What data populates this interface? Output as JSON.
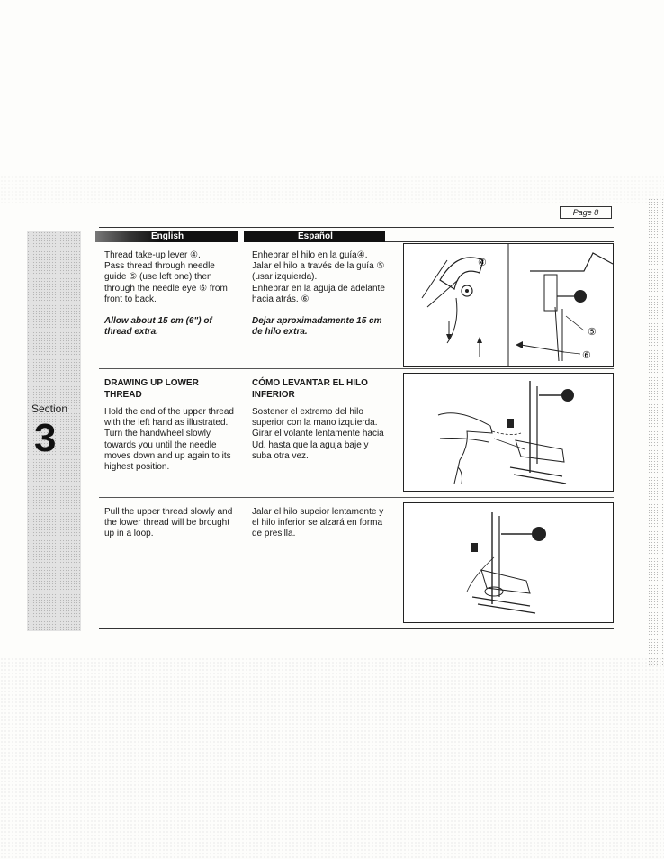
{
  "page": {
    "label": "Page 8"
  },
  "sidebar": {
    "section_label": "Section",
    "section_number": "3"
  },
  "headers": {
    "english": "English",
    "spanish": "Español"
  },
  "block1": {
    "en_body": "Thread take-up lever ④.\nPass thread through needle guide ⑤ (use left one) then through the needle eye ⑥ from front to back.",
    "en_note": "Allow about 15 cm (6\") of thread extra.",
    "es_body": "Enhebrar el hilo en la guía④.\nJalar el hilo a través de la guía ⑤ (usar izquierda).\nEnhebrar en la aguja de adelante hacia atrás. ⑥",
    "es_note": "Dejar aproximadamente 15 cm de hilo extra.",
    "callouts": {
      "c4": "④",
      "c5": "⑤",
      "c6": "⑥"
    }
  },
  "block2": {
    "en_title": "DRAWING UP LOWER THREAD",
    "en_body": "Hold the end of the upper thread with the left hand as illustrated.\nTurn the handwheel slowly towards you until the needle moves down and up again to its highest position.",
    "es_title": "CÓMO LEVANTAR EL HILO INFERIOR",
    "es_body": "Sostener el extremo del hilo superior con la mano izquierda.\nGirar el volante lentamente hacia Ud. hasta que la aguja baje y suba otra vez."
  },
  "block3": {
    "en_body": "Pull the upper thread slowly and the lower thread will be brought up in a loop.",
    "es_body": "Jalar el hilo supeior lentamente y el hilo inferior se alzará en forma de presilla."
  }
}
